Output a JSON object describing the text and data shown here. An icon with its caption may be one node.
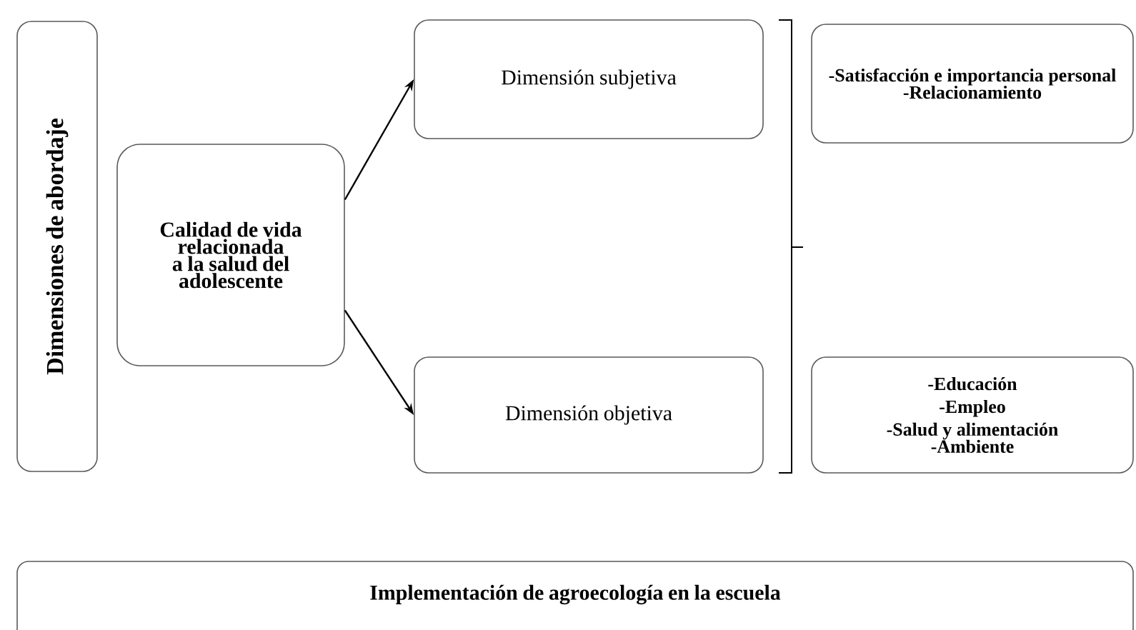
{
  "diagram": {
    "nodes": [
      {
        "text": [
          "Dimensiones de abordaje"
        ]
      },
      {
        "text": [
          "Calidad de vida relacionada a la salud del adolescente"
        ]
      },
      {
        "text": [
          "Dimensión subjetiva"
        ]
      },
      {
        "text": [
          "Dimensión objetiva"
        ]
      },
      {
        "text": [
          "-Satisfacción e importancia personal",
          "-Relacionamiento"
        ]
      },
      {
        "text": [
          "-Educación",
          "-Empleo",
          "-Salud y alimentación",
          "-Ambiente"
        ]
      },
      {
        "text": [
          "Implementación de agroecología en la escuela"
        ]
      }
    ],
    "edges": [
      {
        "from": 1,
        "to": 2,
        "arrow": "to"
      },
      {
        "from": 1,
        "to": 3,
        "arrow": "to"
      }
    ]
  }
}
